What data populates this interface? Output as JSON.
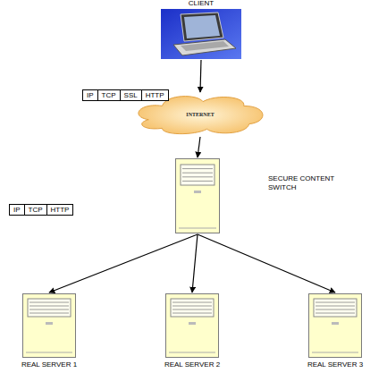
{
  "diagram": {
    "nodes": [
      {
        "text": [
          "CLIENT"
        ]
      },
      {
        "text": [
          "INTERNET"
        ]
      },
      {
        "text": [
          "SECURE CONTENT SWITCH"
        ]
      },
      {
        "text": [
          "REAL SERVER 1"
        ]
      },
      {
        "text": [
          "REAL SERVER 2"
        ]
      },
      {
        "text": [
          "REAL SERVER 3"
        ]
      }
    ],
    "edges": [
      {
        "from": 0,
        "to": 1,
        "arrow": "to"
      },
      {
        "from": 1,
        "to": 2,
        "arrow": "to"
      },
      {
        "from": 2,
        "to": 3,
        "arrow": "to"
      },
      {
        "from": 2,
        "to": 4,
        "arrow": "to"
      },
      {
        "from": 2,
        "to": 5,
        "arrow": "to"
      }
    ],
    "labels": [
      "IP",
      "TCP",
      "SSL",
      "HTTP",
      "IP",
      "TCP",
      "HTTP"
    ]
  }
}
